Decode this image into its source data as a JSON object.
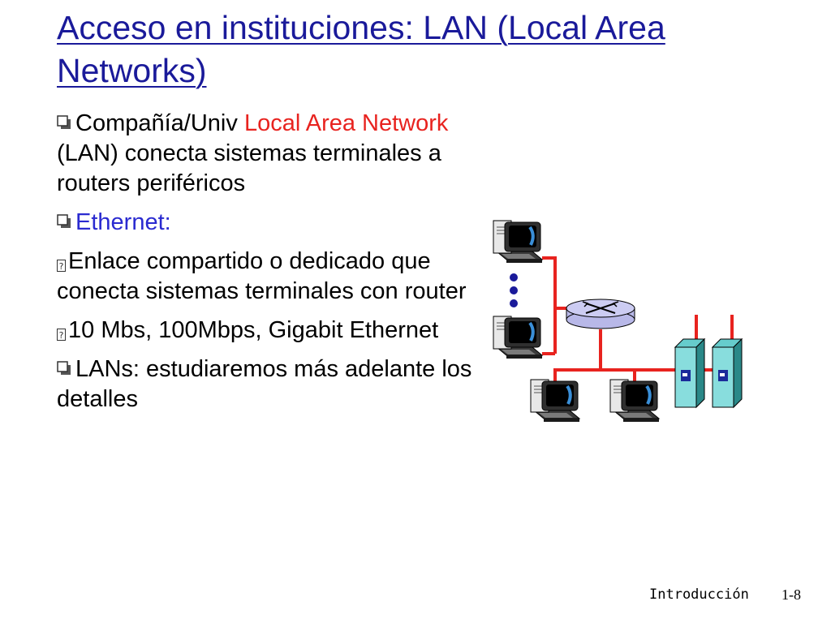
{
  "slide": {
    "title": "Acceso en instituciones: LAN (Local Area Networks)",
    "bullets": [
      {
        "type": "q",
        "parts": [
          {
            "text": "Compañía/Univ ",
            "color": "black"
          },
          {
            "text": "Local Area Network",
            "color": "red"
          },
          {
            "text": " (LAN) conecta sistemas terminales a routers periféricos",
            "color": "black"
          }
        ]
      },
      {
        "type": "q",
        "parts": [
          {
            "text": "Ethernet:",
            "color": "blue"
          }
        ]
      },
      {
        "type": "m",
        "parts": [
          {
            "text": "Enlace compartido o dedicado que conecta sistemas terminales con router",
            "color": "black"
          }
        ]
      },
      {
        "type": "m",
        "parts": [
          {
            "text": "10 Mbs, 100Mbps, Gigabit Ethernet",
            "color": "black"
          }
        ]
      },
      {
        "type": "q",
        "parts": [
          {
            "text": "LANs:  estudiaremos más adelante los detalles",
            "color": "black"
          }
        ]
      }
    ],
    "footer": {
      "label": "Introducción",
      "page": "1-8"
    }
  },
  "colors": {
    "title": "#1a1a9a",
    "red": "#e8231f",
    "blue": "#2a2ad0",
    "link": "#e8231f"
  },
  "icons": [
    "computer-icon",
    "router-icon",
    "server-icon",
    "ellipsis-dots"
  ]
}
